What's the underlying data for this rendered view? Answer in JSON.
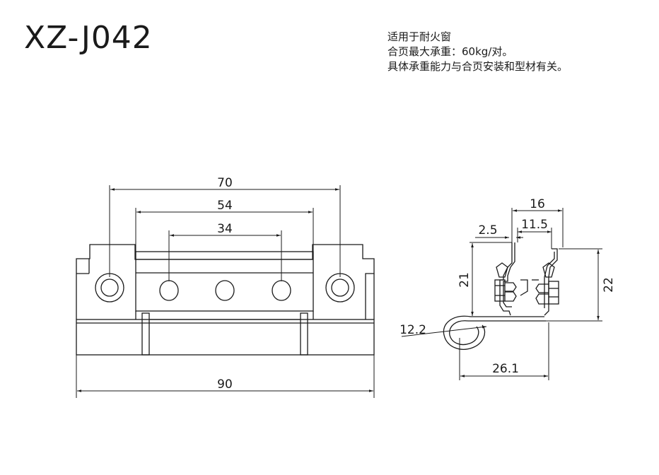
{
  "product": {
    "model": "XZ-J042",
    "notes": [
      "适用于耐火窗",
      "合页最大承重：60kg/对。",
      "具体承重能力与合页安装和型材有关。"
    ]
  },
  "front_view": {
    "dimensions": {
      "overall_width": "90",
      "outer_hole_spacing": "70",
      "leaf_width": "54",
      "inner_hole_spacing": "34"
    }
  },
  "side_view": {
    "dimensions": {
      "overall_width": "16",
      "offset_left": "2.5",
      "offset_right": "11.5",
      "height_left": "21",
      "height_right": "22",
      "knuckle_diameter": "12.2",
      "knuckle_to_edge": "26.1"
    }
  },
  "colors": {
    "line": "#1a1a1a",
    "fill": "#ffffff"
  }
}
